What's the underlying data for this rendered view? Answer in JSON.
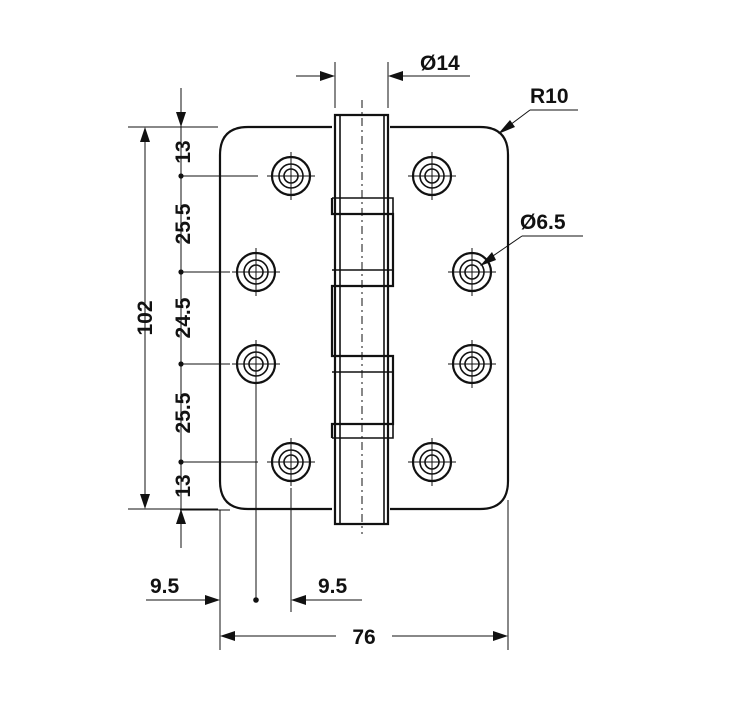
{
  "dimensions": {
    "pin_diameter": "Ø14",
    "corner_radius": "R10",
    "hole_diameter": "Ø6.5",
    "height_total": "102",
    "v_spacing": [
      "13",
      "25.5",
      "24.5",
      "25.5",
      "13"
    ],
    "left_offset_outer": "9.5",
    "left_offset_inner": "9.5",
    "width_total": "76"
  },
  "colors": {
    "line": "#111111",
    "background": "#ffffff"
  }
}
